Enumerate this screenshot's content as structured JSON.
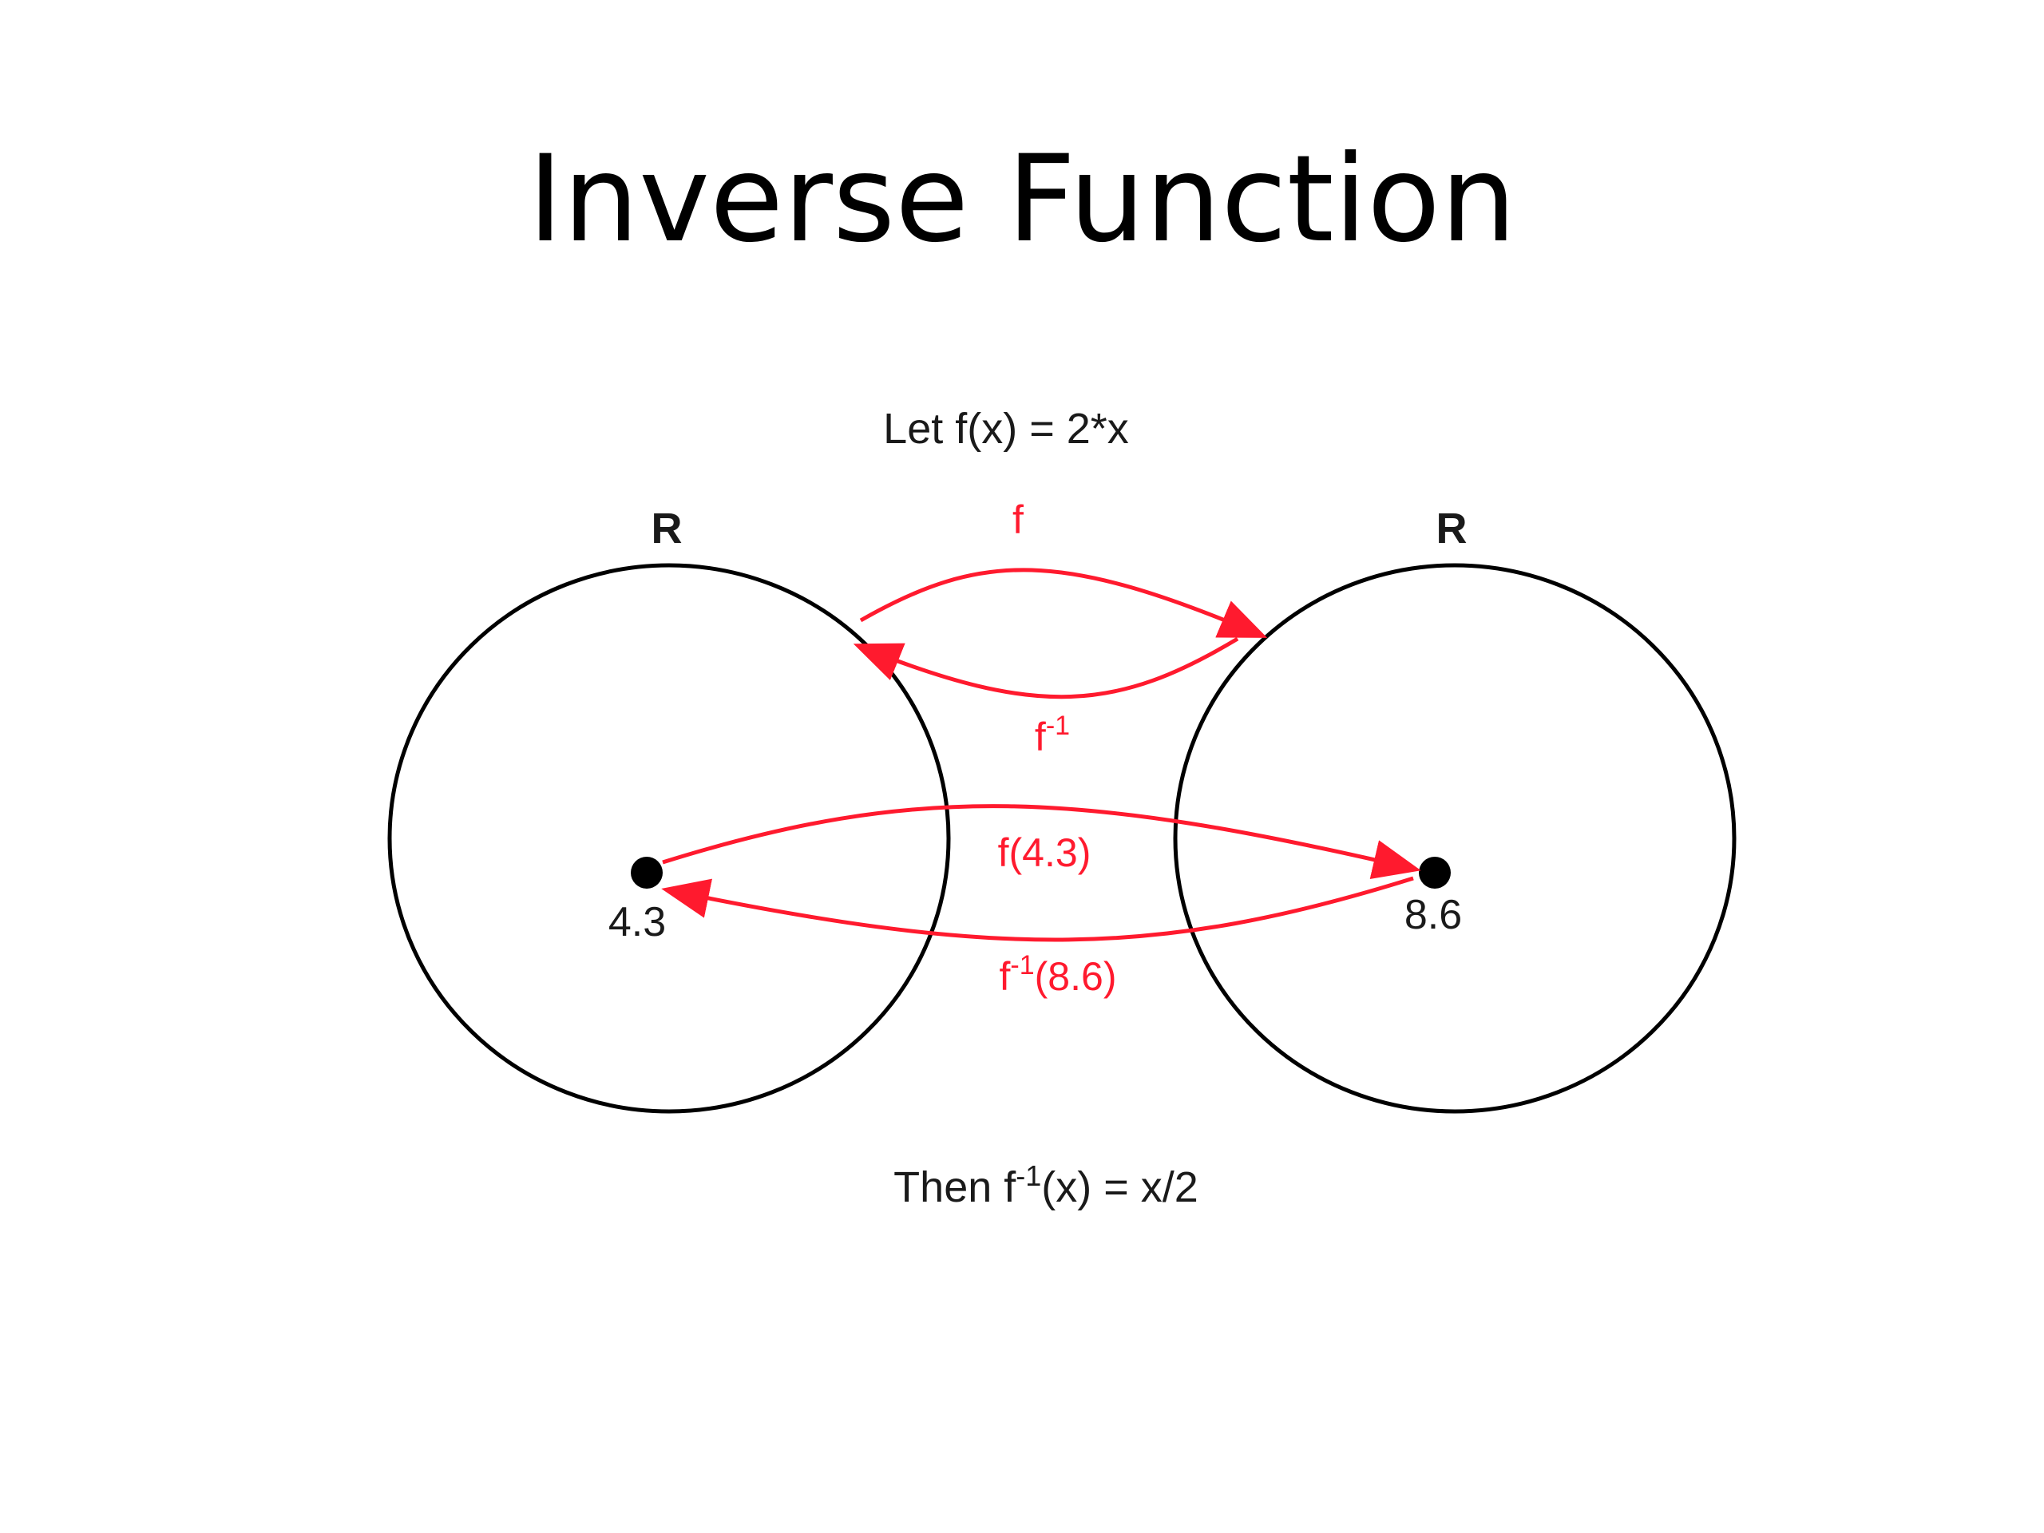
{
  "title": "Inverse Function",
  "definition": {
    "prefix": "Let ",
    "expression": "f(x) = 2*x"
  },
  "conclusion": {
    "prefix": "Then f",
    "superscript": "-1",
    "suffix": "(x) = x/2"
  },
  "sets": {
    "left_label": "R",
    "right_label": "R"
  },
  "mappings": {
    "forward_label": "f",
    "inverse_base": "f",
    "inverse_sup": "-1",
    "point_forward_label": "f(4.3)",
    "point_inverse_base": "f",
    "point_inverse_sup": "-1",
    "point_inverse_arg": "(8.6)"
  },
  "points": {
    "left_value": "4.3",
    "right_value": "8.6"
  },
  "colors": {
    "arrow": "#ff1a2e",
    "circle": "#000000",
    "text": "#1a1a1a"
  }
}
